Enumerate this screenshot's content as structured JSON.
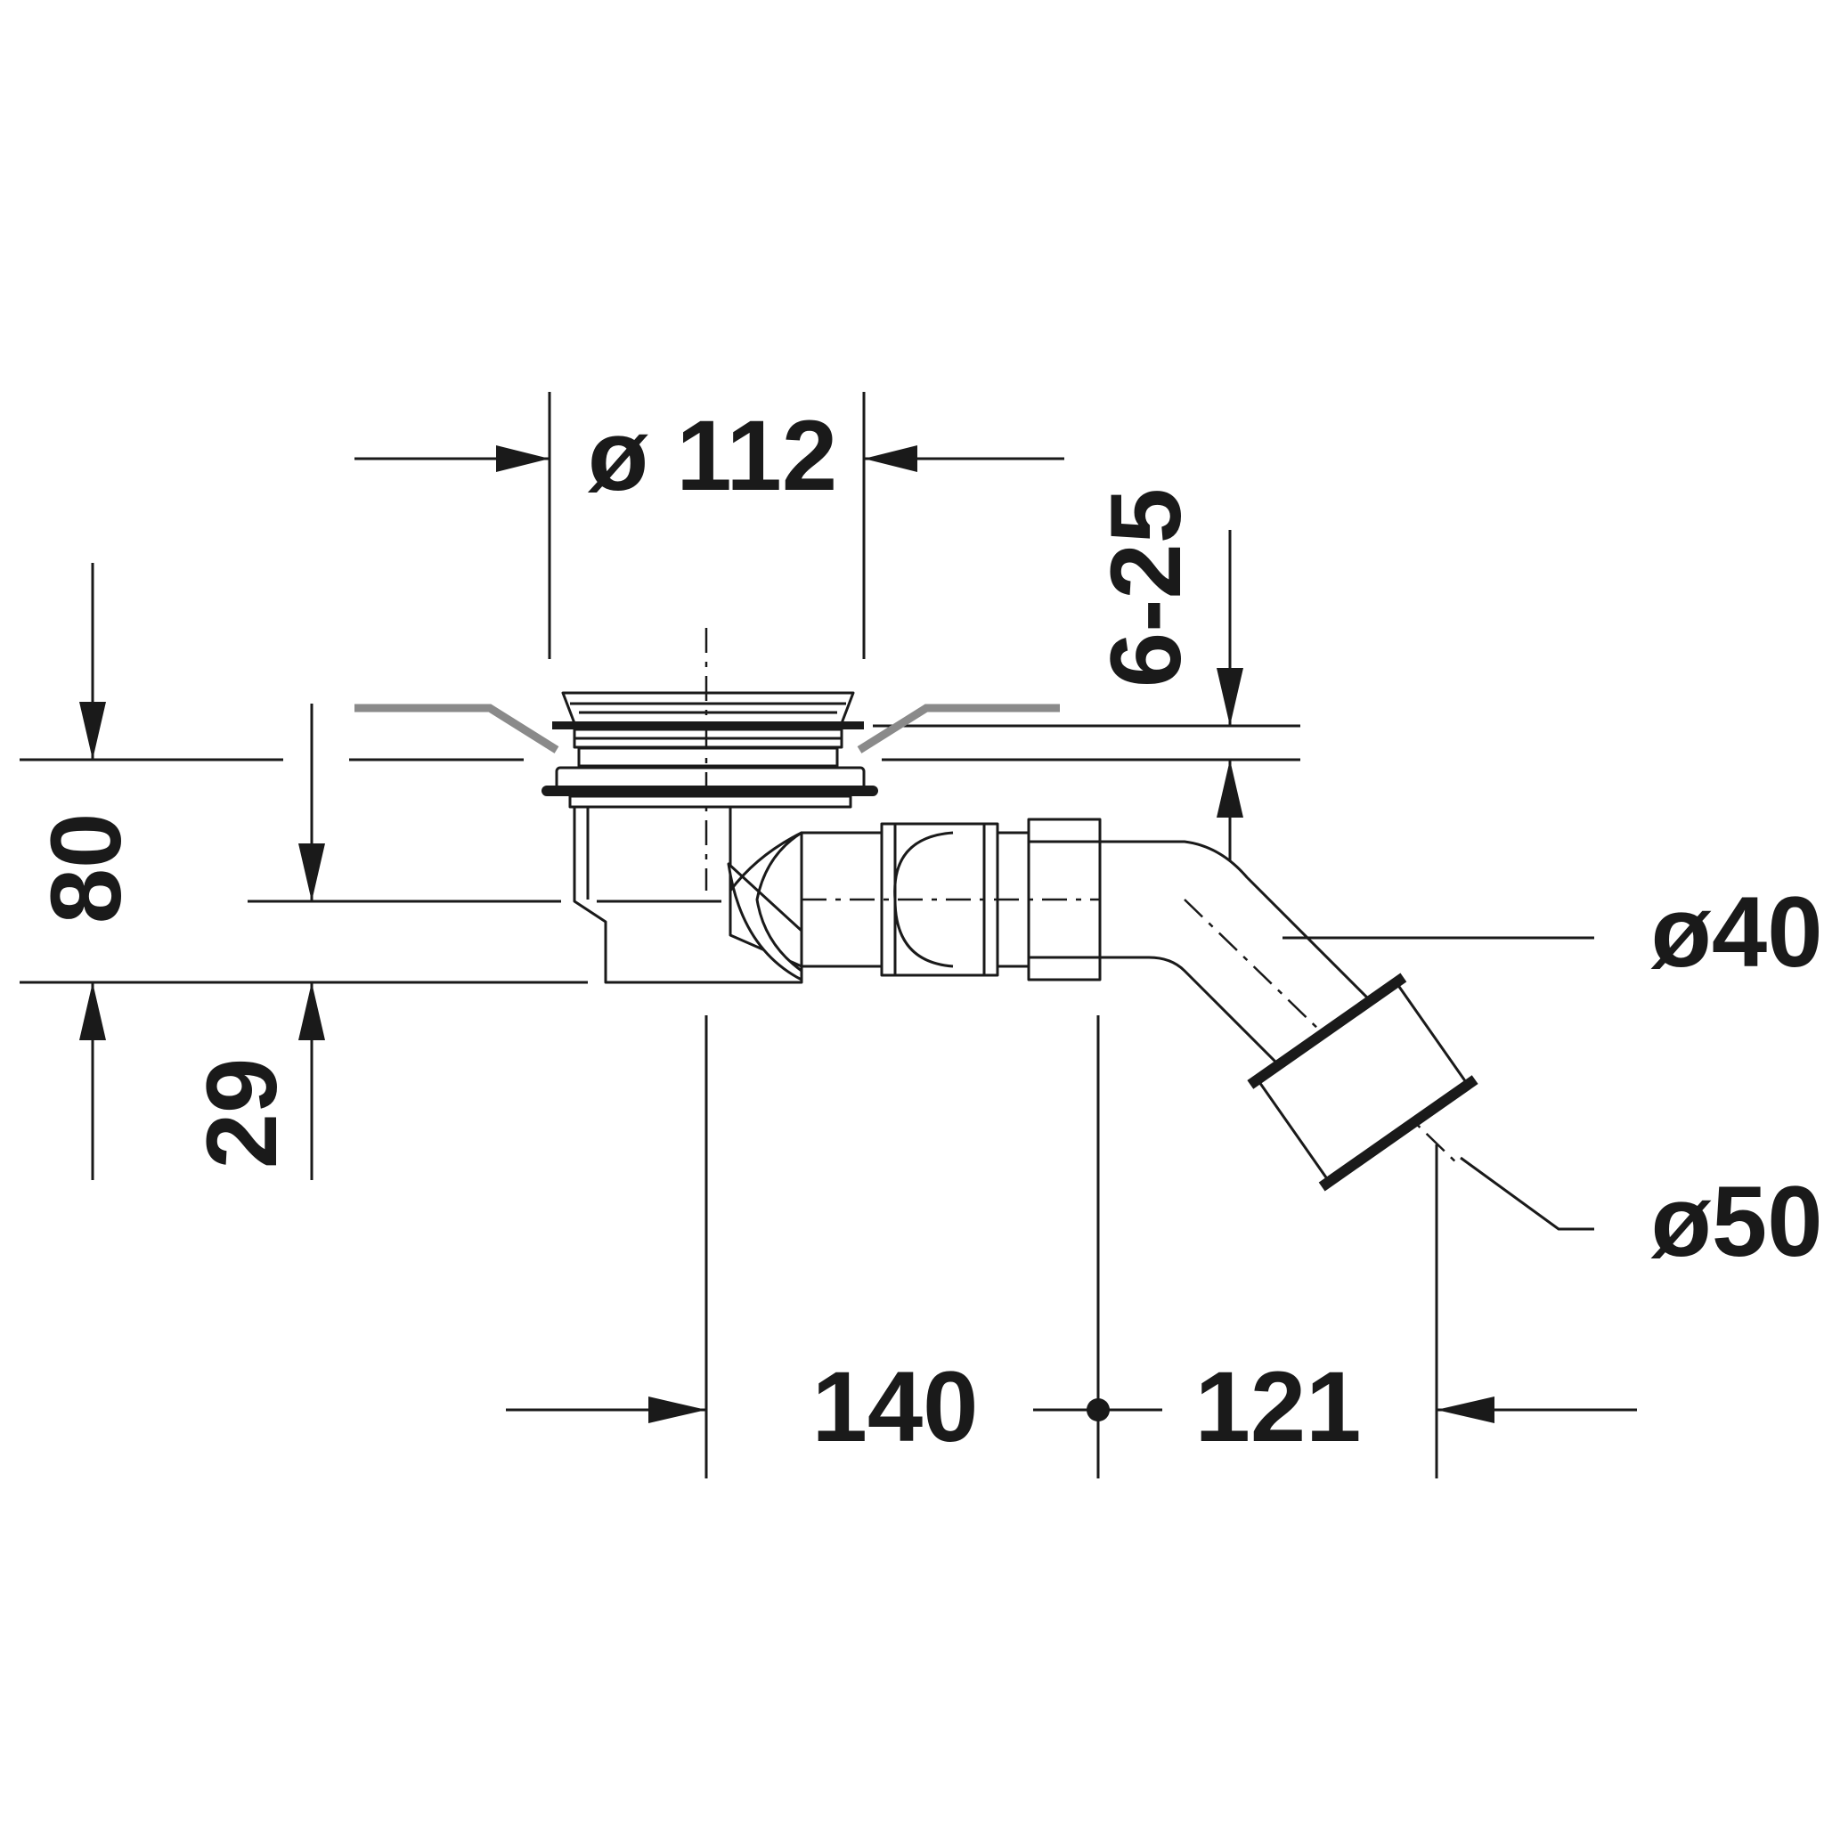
{
  "dimensions": {
    "grate_diameter": "ø 112",
    "adjustment_range": "6-25",
    "overall_height": "80",
    "bottom_height": "29",
    "outlet_diameter_inner": "ø40",
    "outlet_diameter_outer": "ø50",
    "horizontal_to_bend": "140",
    "horizontal_bend_to_outlet": "121"
  },
  "colors": {
    "line": "#1a1a1a",
    "tray": "#8a8a8a",
    "background": "#ffffff"
  }
}
